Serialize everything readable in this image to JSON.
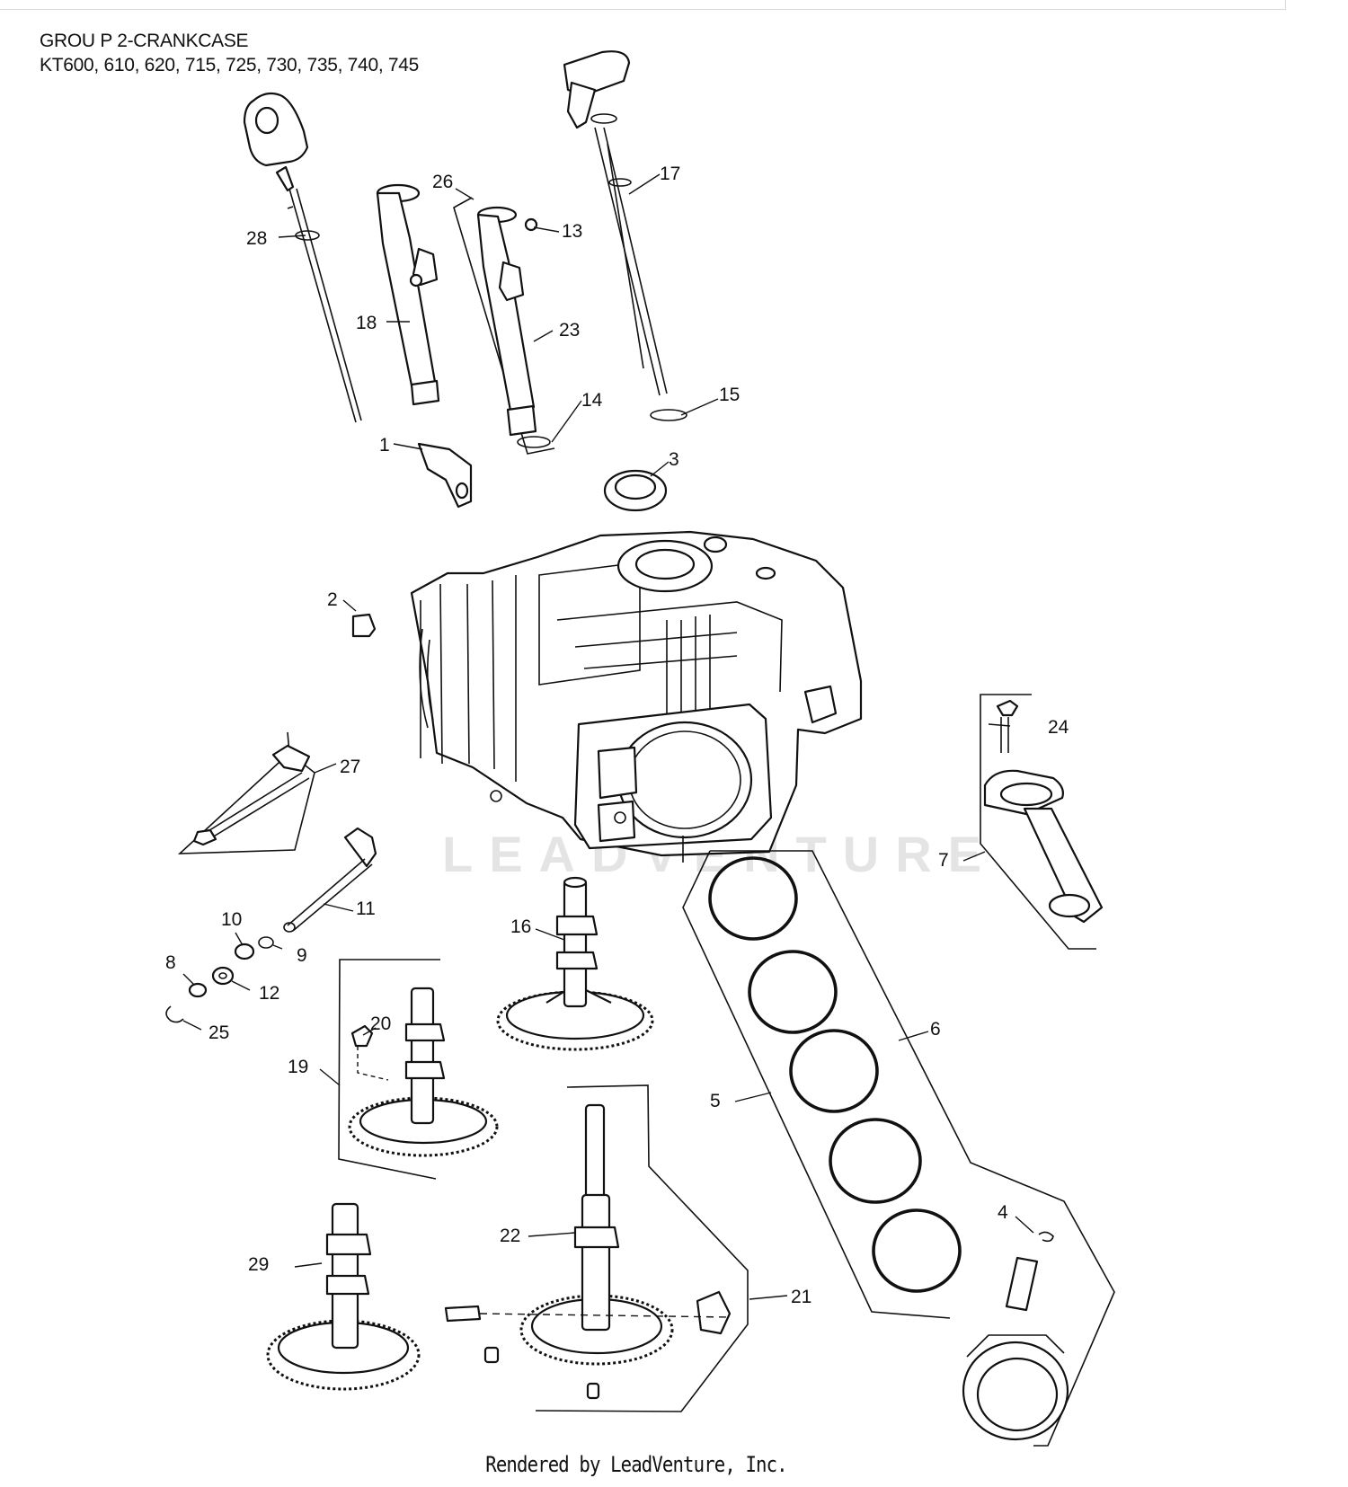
{
  "header": {
    "group_title": "GROU P 2-CRANKCASE",
    "models": "KT600, 610, 620, 715, 725, 730, 735, 740, 745"
  },
  "watermark": "LEADVENTURE",
  "footer": {
    "rendered_by": "Rendered by LeadVenture, Inc."
  },
  "callouts": [
    {
      "id": "1",
      "label": "1"
    },
    {
      "id": "2",
      "label": "2"
    },
    {
      "id": "3",
      "label": "3"
    },
    {
      "id": "4",
      "label": "4"
    },
    {
      "id": "5",
      "label": "5"
    },
    {
      "id": "6",
      "label": "6"
    },
    {
      "id": "7",
      "label": "7"
    },
    {
      "id": "8",
      "label": "8"
    },
    {
      "id": "9",
      "label": "9"
    },
    {
      "id": "10",
      "label": "10"
    },
    {
      "id": "11",
      "label": "11"
    },
    {
      "id": "12",
      "label": "12"
    },
    {
      "id": "13",
      "label": "13"
    },
    {
      "id": "14",
      "label": "14"
    },
    {
      "id": "15",
      "label": "15"
    },
    {
      "id": "16",
      "label": "16"
    },
    {
      "id": "17",
      "label": "17"
    },
    {
      "id": "18",
      "label": "18"
    },
    {
      "id": "19",
      "label": "19"
    },
    {
      "id": "20",
      "label": "20"
    },
    {
      "id": "21",
      "label": "21"
    },
    {
      "id": "22",
      "label": "22"
    },
    {
      "id": "23",
      "label": "23"
    },
    {
      "id": "24",
      "label": "24"
    },
    {
      "id": "25",
      "label": "25"
    },
    {
      "id": "26",
      "label": "26"
    },
    {
      "id": "27",
      "label": "27"
    },
    {
      "id": "28",
      "label": "28"
    },
    {
      "id": "29",
      "label": "29"
    }
  ]
}
